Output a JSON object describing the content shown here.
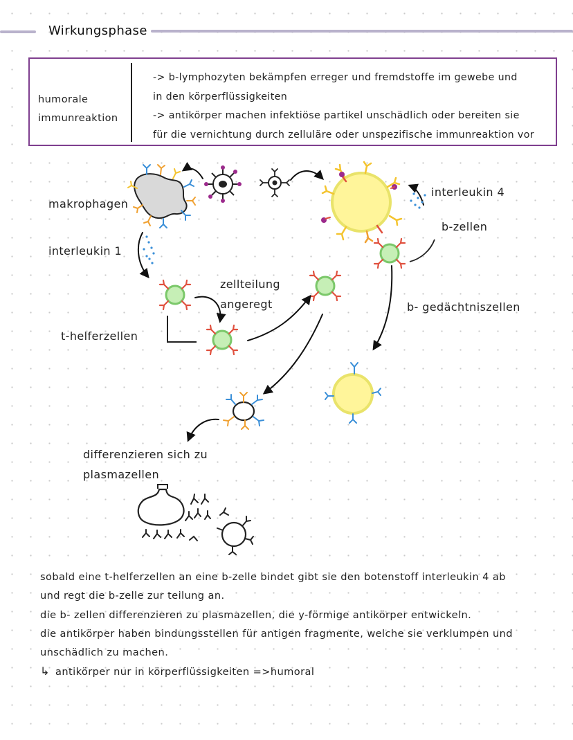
{
  "page": {
    "section_title": "Wirkungsphase"
  },
  "definition_box": {
    "term_line1": "humorale",
    "term_line2": "immunreaktion",
    "lines": [
      "-> b-lymphozyten bekämpfen erreger und fremdstoffe im gewebe und",
      "in den körperflüssigkeiten",
      "-> antikörper machen infektiöse partikel unschädlich oder bereiten sie",
      "für die vernichtung durch zelluläre oder unspezifische immunreaktion vor"
    ]
  },
  "diagram": {
    "labels": {
      "makrophagen": "makrophagen",
      "interleukin1": "interleukin 1",
      "t_helferzellen": "t-helferzellen",
      "zellteilung": "zellteilung",
      "angeregt": "angeregt",
      "interleukin4": "interleukin 4",
      "b_zellen": "b-zellen",
      "b_gedaechtniszellen": "b- gedächtniszellen",
      "differenzieren": "differenzieren sich zu",
      "plasmazellen": "plasmazellen"
    },
    "colors": {
      "macrophage_fill": "#d9d9d9",
      "b_cell_fill": "#fff59a",
      "b_cell_stroke": "#e9e36a",
      "t_cell_fill": "#c6efb6",
      "t_cell_stroke": "#7bc86a",
      "receptor_red": "#e0503e",
      "receptor_blue": "#3a8fd8",
      "receptor_orange": "#f0a030",
      "receptor_yellow": "#f4c430",
      "antigen_purple": "#9c2a8c",
      "interleukin_dots": "#3a8fd8"
    }
  },
  "summary": {
    "lines": [
      "sobald eine t-helferzellen an eine b-zelle bindet gibt sie den botenstoff interleukin 4 ab",
      "und regt die b-zelle zur teilung an.",
      "die b- zellen differenzieren zu plasmazellen, die y-förmige antikörper entwickeln.",
      "die antikörper haben bindungsstellen für antigen fragmente, welche sie verklumpen und",
      "unschädlich zu machen."
    ],
    "conclusion": "antikörper nur in körperflüssigkeiten =>humoral"
  }
}
